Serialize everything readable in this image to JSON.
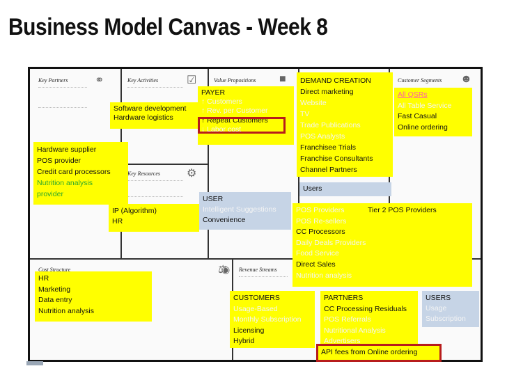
{
  "title": "Business Model Canvas - Week 8",
  "canvas": {
    "headers": {
      "key_partners": "Key Partners",
      "key_activities": "Key Activities",
      "value_propositions": "Value Propositions",
      "customer_segments": "Customer Segments",
      "key_resources": "Key Resources",
      "cost_structure": "Cost Structure",
      "revenue_streams": "Revenue Streams"
    }
  },
  "notes": {
    "key_activities": {
      "lines": [
        "Software development",
        "Hardware logistics"
      ]
    },
    "payer": {
      "heading": "PAYER",
      "lines": [
        {
          "text": "↑ Customers",
          "style": "wt"
        },
        {
          "text": "↑ Rev. per Customer",
          "style": "wt"
        },
        {
          "text": "↑ Repeat Customers",
          "style": ""
        },
        {
          "text": "↓ Labor cost",
          "style": "wt"
        }
      ]
    },
    "demand_creation": {
      "heading": "DEMAND CREATION",
      "lines": [
        {
          "text": "Direct marketing",
          "style": ""
        },
        {
          "text": "Website",
          "style": "wt"
        },
        {
          "text": "TV",
          "style": "wt"
        },
        {
          "text": "Trade Publications",
          "style": "wt"
        },
        {
          "text": "POS Analysts",
          "style": "wt"
        },
        {
          "text": "Franchisee Trials",
          "style": ""
        },
        {
          "text": "Franchise Consultants",
          "style": ""
        },
        {
          "text": "Channel Partners",
          "style": ""
        }
      ]
    },
    "customer_segments": {
      "lines": [
        {
          "text": "All QSRs",
          "style": "pk"
        },
        {
          "text": "All Table Service",
          "style": "wt"
        },
        {
          "text": "Fast Casual",
          "style": ""
        },
        {
          "text": "Online ordering",
          "style": ""
        }
      ]
    },
    "key_partners": {
      "lines": [
        {
          "text": "Hardware supplier",
          "style": ""
        },
        {
          "text": "POS provider",
          "style": ""
        },
        {
          "text": "Credit card processors",
          "style": ""
        },
        {
          "text": "Nutrition analysis",
          "style": "gr"
        },
        {
          "text": "provider",
          "style": "gr"
        }
      ]
    },
    "users_channel": {
      "label": "Users"
    },
    "key_resources": {
      "lines": [
        "IP (Algorithm)",
        "HR"
      ]
    },
    "user_vp": {
      "heading": "USER",
      "lines": [
        {
          "text": "Intelligent Suggestions",
          "style": "wt"
        },
        {
          "text": "Convenience",
          "style": ""
        }
      ]
    },
    "channels_pos": {
      "lines": [
        {
          "text": "POS Providers",
          "style": "wt"
        },
        {
          "text": "POS Re-sellers",
          "style": "wt"
        },
        {
          "text": "CC Processors",
          "style": ""
        },
        {
          "text": "Daily Deals Providers",
          "style": "wt"
        },
        {
          "text": "Food Service",
          "style": "wt"
        },
        {
          "text": "Direct Sales",
          "style": ""
        },
        {
          "text": "Nutrition analysis",
          "style": "wt"
        }
      ],
      "tier2": "Tier 2 POS Providers"
    },
    "cost_structure": {
      "lines": [
        "HR",
        "Marketing",
        "Data entry",
        "Nutrition analysis"
      ]
    },
    "customers_rev": {
      "heading": "CUSTOMERS",
      "lines": [
        {
          "text": "Usage-Based",
          "style": "wt"
        },
        {
          "text": "Monthly Subscription",
          "style": "wt"
        },
        {
          "text": "Licensing",
          "style": ""
        },
        {
          "text": "Hybrid",
          "style": ""
        }
      ]
    },
    "partners_rev": {
      "heading": "PARTNERS",
      "lines": [
        {
          "text": "CC Processing Residuals",
          "style": ""
        },
        {
          "text": "POS Referrals",
          "style": "wt"
        },
        {
          "text": "Nutritional Analysis",
          "style": "wt"
        },
        {
          "text": "Advertisers",
          "style": "wt"
        }
      ],
      "highlight": "API fees from Online ordering"
    },
    "users_rev": {
      "heading": "USERS",
      "lines": [
        {
          "text": "Usage",
          "style": "wt"
        },
        {
          "text": "Subscription",
          "style": "wt"
        }
      ]
    }
  },
  "colors": {
    "sticky": "#ffff00",
    "sticky_blue": "#c6d4e6",
    "highlight_box": "#b71c1c"
  }
}
